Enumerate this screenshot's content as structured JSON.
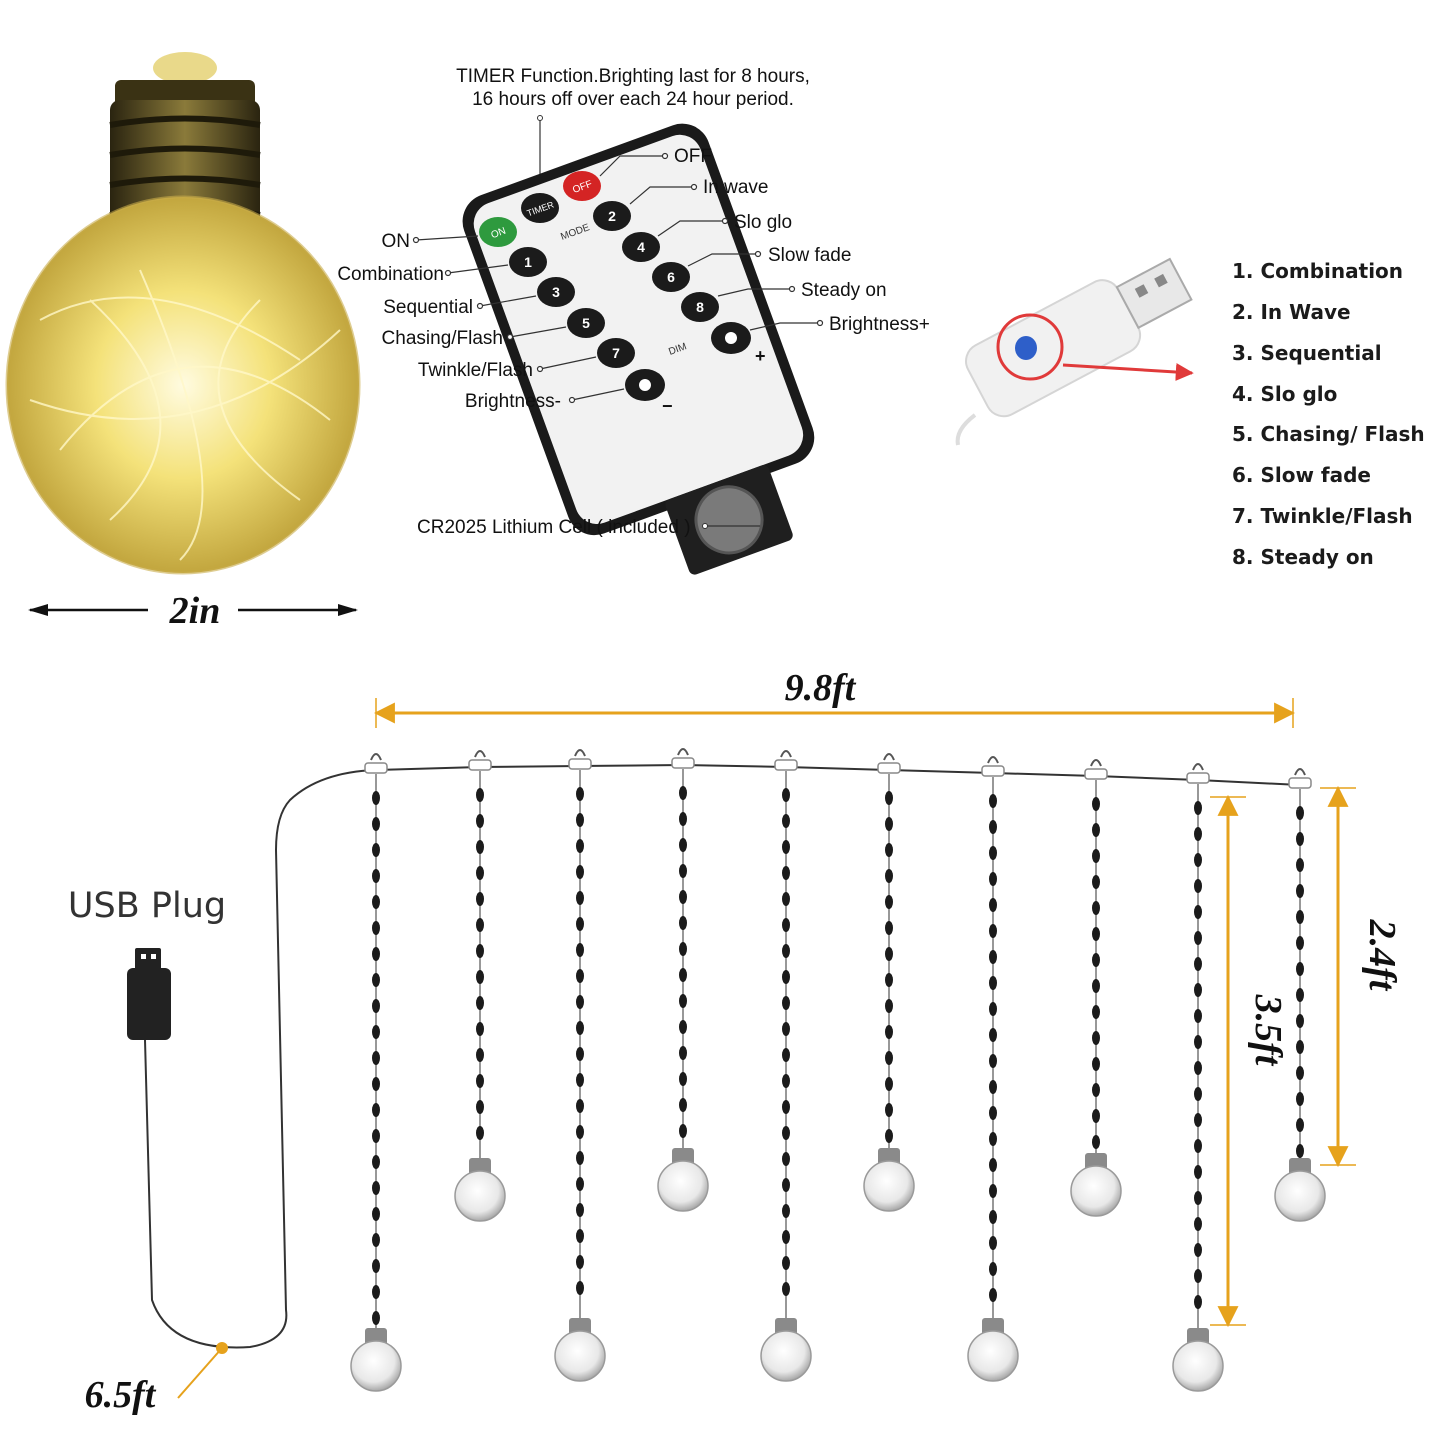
{
  "bulb_width_label": "2in",
  "timer_note": {
    "line1": "TIMER Function.Brighting last for 8 hours,",
    "line2": "16 hours off over each 24 hour period."
  },
  "remote": {
    "buttons": {
      "on": "ON",
      "off": "OFF",
      "timer": "TIMER",
      "mode": "MODE",
      "dim": "DIM",
      "b1": "1",
      "b2": "2",
      "b3": "3",
      "b4": "4",
      "b5": "5",
      "b6": "6",
      "b7": "7",
      "b8": "8",
      "minus": "−",
      "plus": "+"
    },
    "callouts_left": [
      "ON",
      "Combination",
      "Sequential",
      "Chasing/Flash",
      "Twinkle/Flash",
      "Brightness-"
    ],
    "callouts_right": [
      "OFF",
      "In wave",
      "Slo glo",
      "Slow fade",
      "Steady on",
      "Brightness+"
    ],
    "battery": "CR2025 Lithium Cell ( included )"
  },
  "modes": [
    "1. Combination",
    "2. In Wave",
    "3. Sequential",
    "4. Slo glo",
    "5. Chasing/ Flash",
    "6. Slow fade",
    "7. Twinkle/Flash",
    "8. Steady on"
  ],
  "dimensions": {
    "width": "9.8ft",
    "short_strand": "2.4ft",
    "long_strand": "3.5ft",
    "lead_cable": "6.5ft"
  },
  "usb_plug_label": "USB Plug",
  "colors": {
    "dimension_arrow": "#e6a21c",
    "on_button": "#2e9a3e",
    "off_button": "#d42424",
    "pointer_arrow": "#e03a3a",
    "switch_button": "#2e5fc9",
    "warm_glow": "#f4e27a"
  }
}
